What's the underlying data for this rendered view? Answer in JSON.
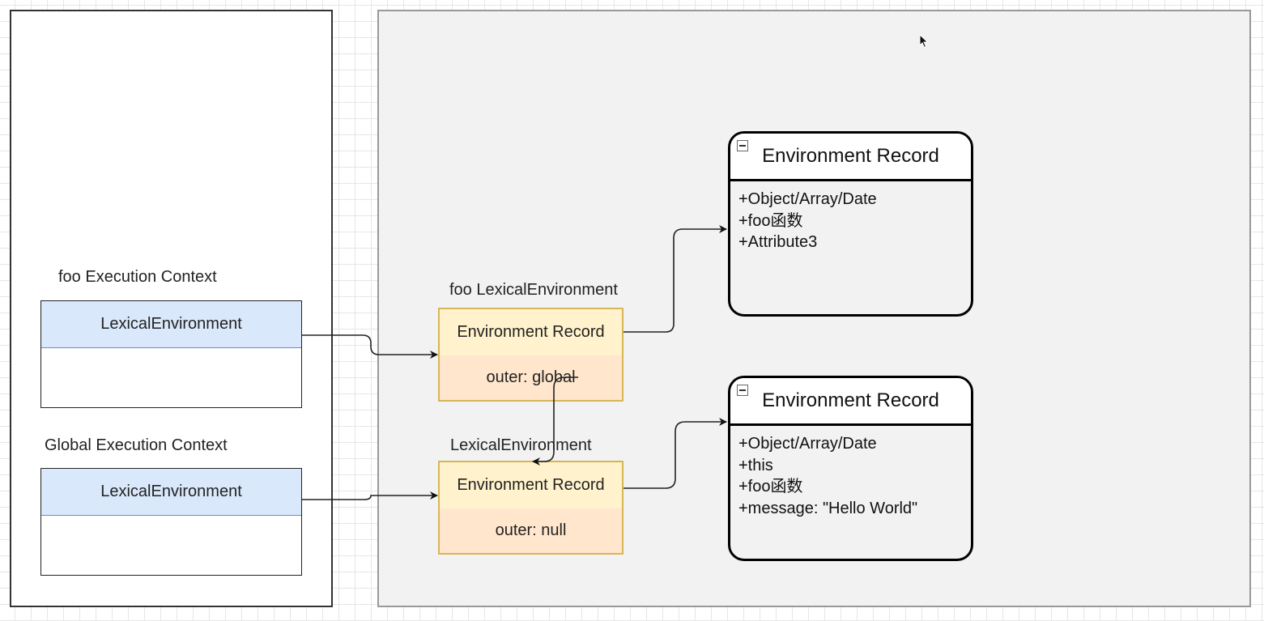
{
  "left_panel": {
    "foo_context": {
      "title": "foo Execution Context",
      "lexical_label": "LexicalEnvironment"
    },
    "global_context": {
      "title": "Global Execution Context",
      "lexical_label": "LexicalEnvironment"
    }
  },
  "middle": {
    "foo_lexical_env": {
      "title": "foo LexicalEnvironment",
      "record_label": "Environment Record",
      "outer_label": "outer: global"
    },
    "global_lexical_env": {
      "title": "LexicalEnvironment",
      "record_label": "Environment Record",
      "outer_label": "outer: null"
    }
  },
  "records": {
    "foo_record": {
      "title": "Environment Record",
      "items": [
        "+Object/Array/Date",
        "+foo函数",
        "+Attribute3"
      ]
    },
    "global_record": {
      "title": "Environment Record",
      "items": [
        "+Object/Array/Date",
        "+this",
        "+foo函数",
        "+message: \"Hello World\""
      ]
    }
  },
  "icons": {
    "cursor": "mouse-pointer-icon",
    "collapse": "collapse-minus-icon"
  },
  "colors": {
    "context_fill": "#dae8fc",
    "context_stroke": "#6c8ebf",
    "record_fill": "#fff2cc",
    "outer_fill": "#ffe6cc",
    "env_stroke": "#d6b656",
    "panel_fill": "#f2f2f2"
  }
}
